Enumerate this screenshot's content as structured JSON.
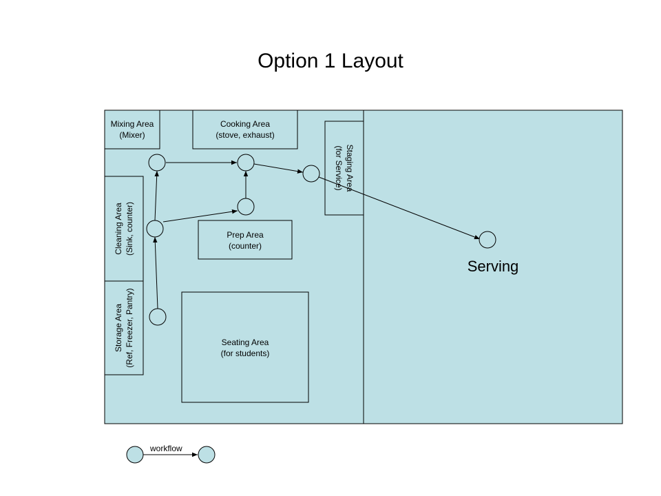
{
  "title": "Option 1 Layout",
  "areas": {
    "mixing": [
      "Mixing Area",
      "(Mixer)"
    ],
    "cooking": [
      "Cooking Area",
      "(stove, exhaust)"
    ],
    "staging": [
      "Staging Area",
      "(for Service)"
    ],
    "cleaning": [
      "Cleaning Area",
      "(Sink, counter)"
    ],
    "prep": [
      "Prep Area",
      "(counter)"
    ],
    "storage": [
      "Storage Area",
      "(Ref, Freezer, Pantry)"
    ],
    "seating": [
      "Seating Area",
      "(for students)"
    ]
  },
  "serving_label": "Serving",
  "legend": {
    "label": "workflow"
  },
  "colors": {
    "fill": "#bde0e5",
    "stroke": "#000000"
  }
}
